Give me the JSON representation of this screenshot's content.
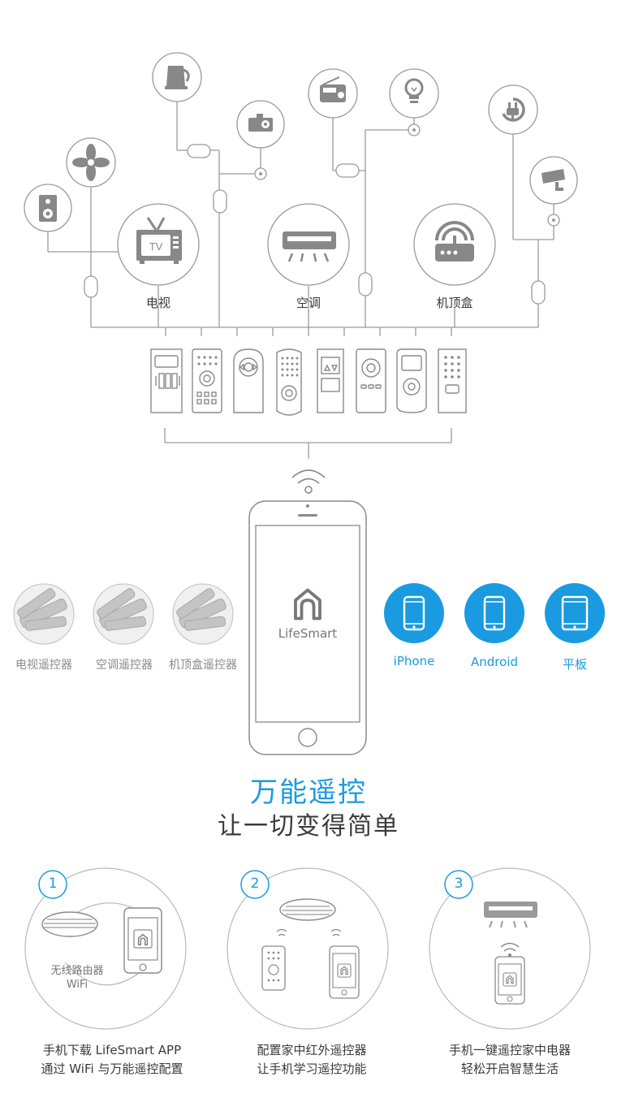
{
  "devices": {
    "tv": "电视",
    "ac": "空调",
    "stb": "机顶盒"
  },
  "icons": {
    "fan": "fan-icon",
    "speaker": "speaker-icon",
    "kettle": "kettle-icon",
    "projector": "projector-icon",
    "radio": "radio-icon",
    "bulb": "lightbulb-icon",
    "plug": "power-plug-icon",
    "camera": "camera-icon"
  },
  "remotes_left": {
    "tv": "电视遥控器",
    "ac": "空调遥控器",
    "stb": "机顶盒遥控器"
  },
  "platforms": {
    "iphone": "iPhone",
    "android": "Android",
    "tablet": "平板"
  },
  "phone": {
    "brand": "LifeSmart"
  },
  "headline": {
    "title": "万能遥控",
    "subtitle": "让一切变得简单"
  },
  "steps": [
    {
      "number": "1",
      "router_line1": "无线路由器",
      "router_line2": "WiFi",
      "line1": "手机下载 LifeSmart APP",
      "line2": "通过 WiFi 与万能遥控配置"
    },
    {
      "number": "2",
      "line1": "配置家中红外遥控器",
      "line2": "让手机学习遥控功能"
    },
    {
      "number": "3",
      "line1": "手机一键遥控家中电器",
      "line2": "轻松开启智慧生活"
    }
  ],
  "colors": {
    "accent": "#1a9ae0",
    "line": "#9a9a9a",
    "icon": "#8a8a8a"
  }
}
